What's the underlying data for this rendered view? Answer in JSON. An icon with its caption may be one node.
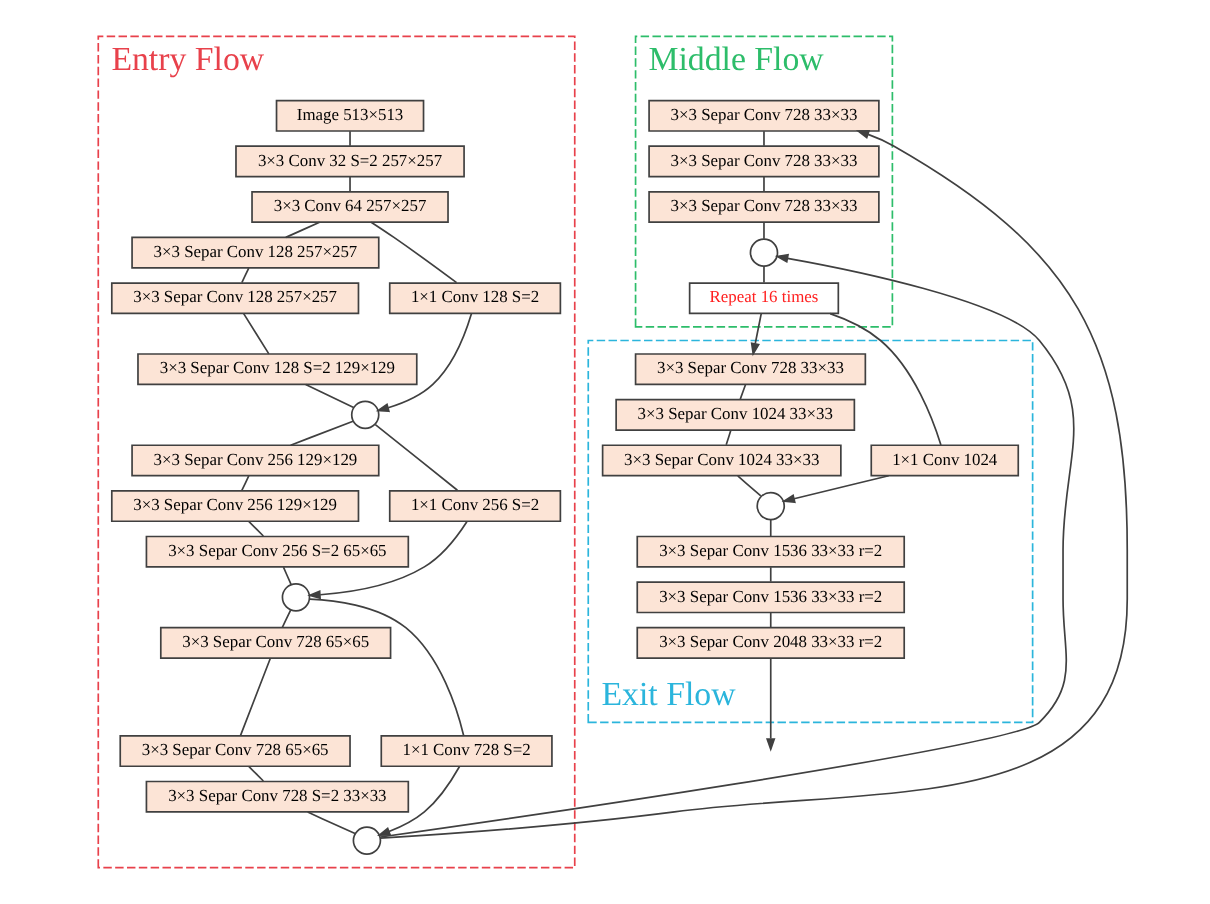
{
  "diagram": {
    "nodes": [
      {
        "text": [
          "Entry Flow"
        ]
      },
      {
        "text": [
          "Image 513×513"
        ],
        "in": 0
      },
      {
        "text": [
          "3×3 Conv 32 S=2 257×257"
        ],
        "in": 0
      },
      {
        "text": [
          "3×3 Conv 64 257×257"
        ],
        "in": 0
      },
      {
        "text": [
          "3×3 Separ Conv 128 257×257"
        ],
        "in": 0
      },
      {
        "text": [
          "1×1 Conv 128 S=2"
        ],
        "in": 0
      },
      {
        "text": [
          "3×3 Separ Conv 128 257×257"
        ],
        "in": 0
      },
      {
        "text": [
          "3×3 Separ Conv 128 S=2 129×129"
        ],
        "in": 0
      },
      {
        "text": [],
        "shape": "circle",
        "in": 0
      },
      {
        "text": [
          "3×3 Separ Conv 256 129×129"
        ],
        "in": 0
      },
      {
        "text": [
          "1×1 Conv 256 S=2"
        ],
        "in": 0
      },
      {
        "text": [
          "3×3 Separ Conv 256 129×129"
        ],
        "in": 0
      },
      {
        "text": [
          "3×3 Separ Conv 256 S=2 65×65"
        ],
        "in": 0
      },
      {
        "text": [],
        "shape": "circle",
        "in": 0
      },
      {
        "text": [
          "3×3 Separ Conv 728 65×65"
        ],
        "in": 0
      },
      {
        "text": [
          "1×1 Conv 728 S=2"
        ],
        "in": 0
      },
      {
        "text": [
          "3×3 Separ Conv 728 65×65"
        ],
        "in": 0
      },
      {
        "text": [
          "3×3 Separ Conv 728 S=2 33×33"
        ],
        "in": 0
      },
      {
        "text": [],
        "shape": "circle",
        "in": 0
      },
      {
        "text": [
          "Middle Flow"
        ]
      },
      {
        "text": [
          "3×3 Separ Conv 728 33×33"
        ],
        "in": 19
      },
      {
        "text": [
          "3×3 Separ Conv 728 33×33"
        ],
        "in": 19
      },
      {
        "text": [
          "3×3 Separ Conv 728 33×33"
        ],
        "in": 19
      },
      {
        "text": [],
        "shape": "circle",
        "in": 19
      },
      {
        "text": [
          "Repeat 16 times"
        ],
        "in": 19
      },
      {
        "text": [
          "Exit Flow"
        ]
      },
      {
        "text": [
          "3×3 Separ Conv 728 33×33"
        ],
        "in": 25
      },
      {
        "text": [
          "1×1 Conv 1024"
        ],
        "in": 25
      },
      {
        "text": [
          "3×3 Separ Conv 1024 33×33"
        ],
        "in": 25
      },
      {
        "text": [
          "3×3 Separ Conv 1024 33×33"
        ],
        "in": 25
      },
      {
        "text": [],
        "shape": "circle",
        "in": 25
      },
      {
        "text": [
          "3×3 Separ Conv 1536 33×33 r=2"
        ],
        "in": 25
      },
      {
        "text": [
          "3×3 Separ Conv 1536 33×33 r=2"
        ],
        "in": 25
      },
      {
        "text": [
          "3×3 Separ Conv 2048 33×33 r=2"
        ],
        "in": 25
      }
    ],
    "edges": [
      {
        "from": 1,
        "to": 2,
        "arrow": "none"
      },
      {
        "from": 2,
        "to": 3,
        "arrow": "none"
      },
      {
        "from": 3,
        "to": 4,
        "arrow": "none"
      },
      {
        "from": 3,
        "to": 5,
        "arrow": "none"
      },
      {
        "from": 4,
        "to": 6,
        "arrow": "none"
      },
      {
        "from": 6,
        "to": 7,
        "arrow": "none"
      },
      {
        "from": 7,
        "to": 8,
        "arrow": "none"
      },
      {
        "from": 5,
        "to": 8,
        "arrow": "to"
      },
      {
        "from": 8,
        "to": 9,
        "arrow": "none"
      },
      {
        "from": 8,
        "to": 10,
        "arrow": "none"
      },
      {
        "from": 9,
        "to": 11,
        "arrow": "none"
      },
      {
        "from": 11,
        "to": 12,
        "arrow": "none"
      },
      {
        "from": 12,
        "to": 13,
        "arrow": "none"
      },
      {
        "from": 10,
        "to": 13,
        "arrow": "to"
      },
      {
        "from": 13,
        "to": 14,
        "arrow": "none"
      },
      {
        "from": 13,
        "to": 15,
        "arrow": "none"
      },
      {
        "from": 14,
        "to": 16,
        "arrow": "none"
      },
      {
        "from": 16,
        "to": 17,
        "arrow": "none"
      },
      {
        "from": 17,
        "to": 18,
        "arrow": "none"
      },
      {
        "from": 15,
        "to": 18,
        "arrow": "to"
      },
      {
        "from": 18,
        "to": 20,
        "arrow": "to"
      },
      {
        "from": 18,
        "to": 23,
        "arrow": "to"
      },
      {
        "from": 20,
        "to": 21,
        "arrow": "none"
      },
      {
        "from": 21,
        "to": 22,
        "arrow": "none"
      },
      {
        "from": 22,
        "to": 23,
        "arrow": "none"
      },
      {
        "from": 23,
        "to": 24,
        "arrow": "none"
      },
      {
        "from": 24,
        "to": 26,
        "arrow": "to"
      },
      {
        "from": 24,
        "to": 27,
        "arrow": "none"
      },
      {
        "from": 26,
        "to": 28,
        "arrow": "none"
      },
      {
        "from": 28,
        "to": 29,
        "arrow": "none"
      },
      {
        "from": 29,
        "to": 30,
        "arrow": "none"
      },
      {
        "from": 27,
        "to": 30,
        "arrow": "to"
      },
      {
        "from": 30,
        "to": 31,
        "arrow": "none"
      },
      {
        "from": 31,
        "to": 32,
        "arrow": "none"
      },
      {
        "from": 32,
        "to": 33,
        "arrow": "none"
      },
      {
        "from": 33,
        "to": null,
        "arrow": "to"
      }
    ]
  }
}
